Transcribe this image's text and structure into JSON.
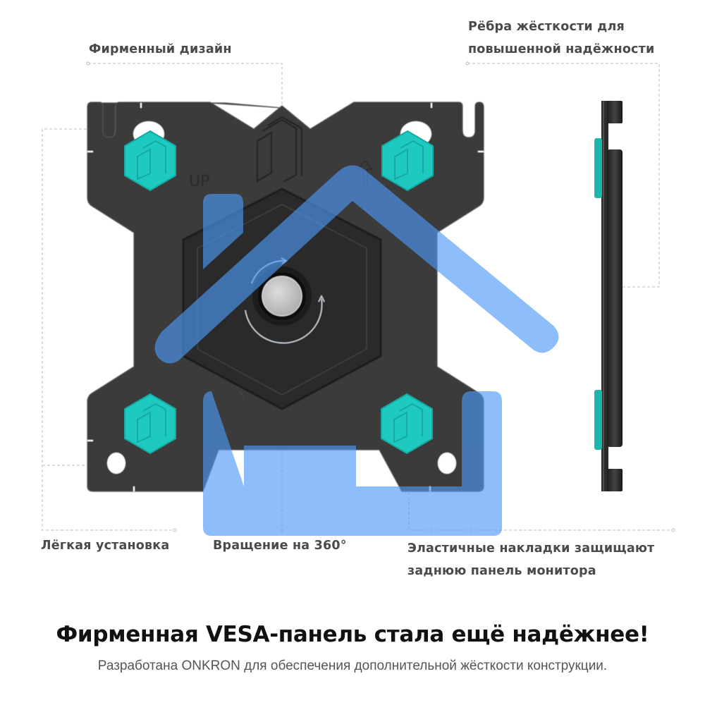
{
  "callouts": {
    "brand_design": "Фирменный дизайн",
    "ribs_line1": "Рёбра жёсткости для",
    "ribs_line2": "повышенной надёжности",
    "easy_install": "Лёгкая установка",
    "rotation": "Вращение на 360°",
    "pads_line1": "Эластичные накладки защищают",
    "pads_line2": "заднюю панель монитора"
  },
  "plate": {
    "up_label": "UP",
    "colors": {
      "plate": "#3a3a3a",
      "plate_dark": "#262626",
      "pad": "#1ec9c0",
      "pad_dark": "#14a9a1",
      "hub": "#c9c9c9"
    }
  },
  "overlay": {
    "icon": "house-logo-icon",
    "color_light": "#78b8fb",
    "color_dark": "#1d5fb5"
  },
  "footer": {
    "headline": "Фирменная VESA-панель стала ещё надёжнее!",
    "subline": "Разработана ONKRON для обеспечения дополнительной жёсткости конструкции."
  }
}
